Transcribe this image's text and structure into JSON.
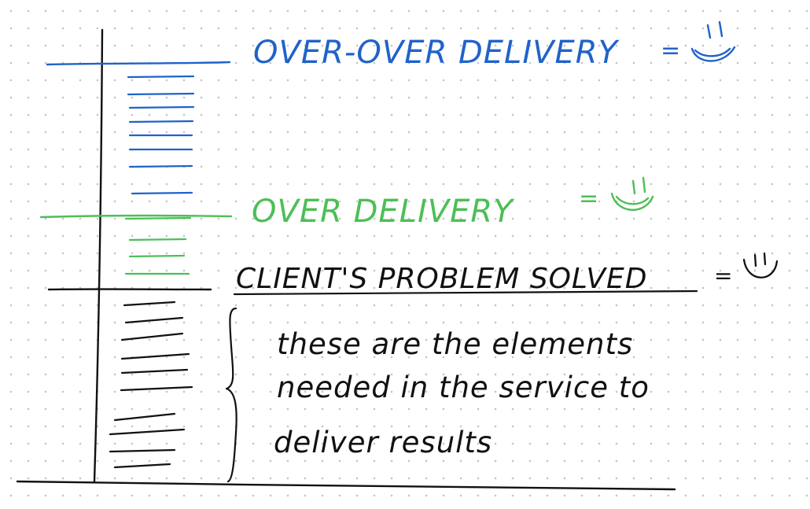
{
  "colors": {
    "blue": "#1f63c9",
    "green": "#4cbf55",
    "ink": "#111111"
  },
  "labels": {
    "over_over": "OVER-OVER DELIVERY",
    "over": "OVER DELIVERY",
    "solved": "CLIENT'S PROBLEM SOLVED",
    "equals": "="
  },
  "note": {
    "line1": "these are the elements",
    "line2": "needed in the service to",
    "line3": "deliver results"
  },
  "icons": {
    "blue_face": "big-smile-icon",
    "green_face": "smile-icon",
    "black_face": "small-smile-icon"
  }
}
